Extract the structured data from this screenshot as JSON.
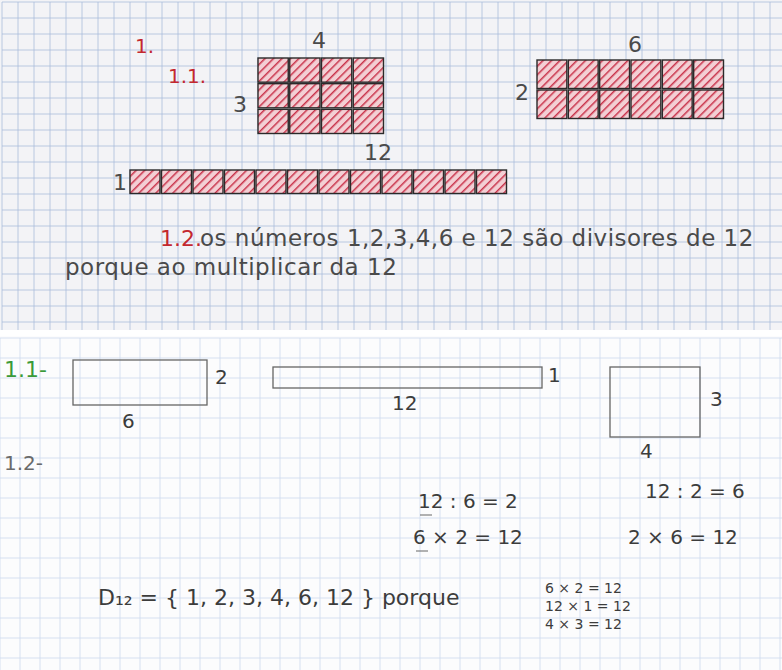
{
  "diagram": {
    "labels": [
      "1.",
      "1.1.",
      "4",
      "3",
      "6",
      "2",
      "12",
      "1",
      "1.2.",
      "os números 1,2,3,4,6 e 12 são divisores de 12 porque ao multiplicar da 12",
      "1.1-",
      "2",
      "6",
      "12",
      "1",
      "3",
      "4",
      "1.2-",
      "12 : 6 = 2",
      "6 × 2 = 12",
      "12 : 2 = 6",
      "2 × 6 = 12",
      "D₁₂ = { 1, 2, 3, 4, 6, 12 } porque",
      "6 × 2 = 12",
      "12 × 1 = 12",
      "4 × 3 = 12"
    ]
  }
}
